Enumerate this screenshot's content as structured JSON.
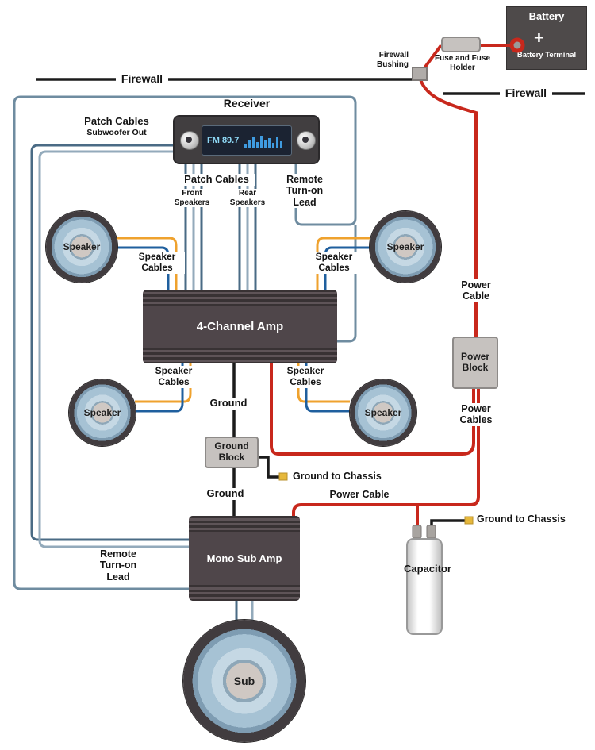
{
  "colors": {
    "power_cable": "#c8281c",
    "ground_wire": "#1b1b1b",
    "speaker_wire_orange": "#efa22e",
    "speaker_wire_blue": "#1f5f9e",
    "patch_cable_dark": "#4a6b85",
    "patch_cable_light": "#93aabb",
    "remote_lead": "#6f8ca0",
    "connector_lug": "#e6b83c"
  },
  "battery": {
    "title": "Battery",
    "terminal": "Battery Terminal",
    "plus": "+"
  },
  "fuse": {
    "label": "Fuse and Fuse Holder"
  },
  "firewall": {
    "left": "Firewall",
    "right": "Firewall",
    "bushing": "Firewall Bushing"
  },
  "receiver": {
    "title": "Receiver",
    "display": "FM 89.7"
  },
  "patch_subwoofer": {
    "line1": "Patch Cables",
    "line2": "Subwoofer Out"
  },
  "patch_below": {
    "title": "Patch Cables",
    "front": "Front Speakers",
    "rear": "Rear Speakers"
  },
  "remote_top": {
    "label": "Remote Turn-on Lead"
  },
  "speakers": {
    "front_left": "Speaker",
    "front_right": "Speaker",
    "rear_left": "Speaker",
    "rear_right": "Speaker",
    "sub": "Sub"
  },
  "speaker_cables": {
    "label": "Speaker Cables"
  },
  "amp4": {
    "label": "4-Channel Amp"
  },
  "power": {
    "cable_right": "Power Cable",
    "block": "Power Block",
    "cables": "Power Cables",
    "cable_bottom": "Power Cable"
  },
  "ground": {
    "label1": "Ground",
    "block": "Ground Block",
    "to_chassis1": "Ground to Chassis",
    "label2": "Ground",
    "to_chassis2": "Ground to Chassis"
  },
  "mono_amp": {
    "label": "Mono Sub Amp"
  },
  "remote_bottom": {
    "label": "Remote Turn-on Lead"
  },
  "capacitor": {
    "label": "Capacitor"
  }
}
